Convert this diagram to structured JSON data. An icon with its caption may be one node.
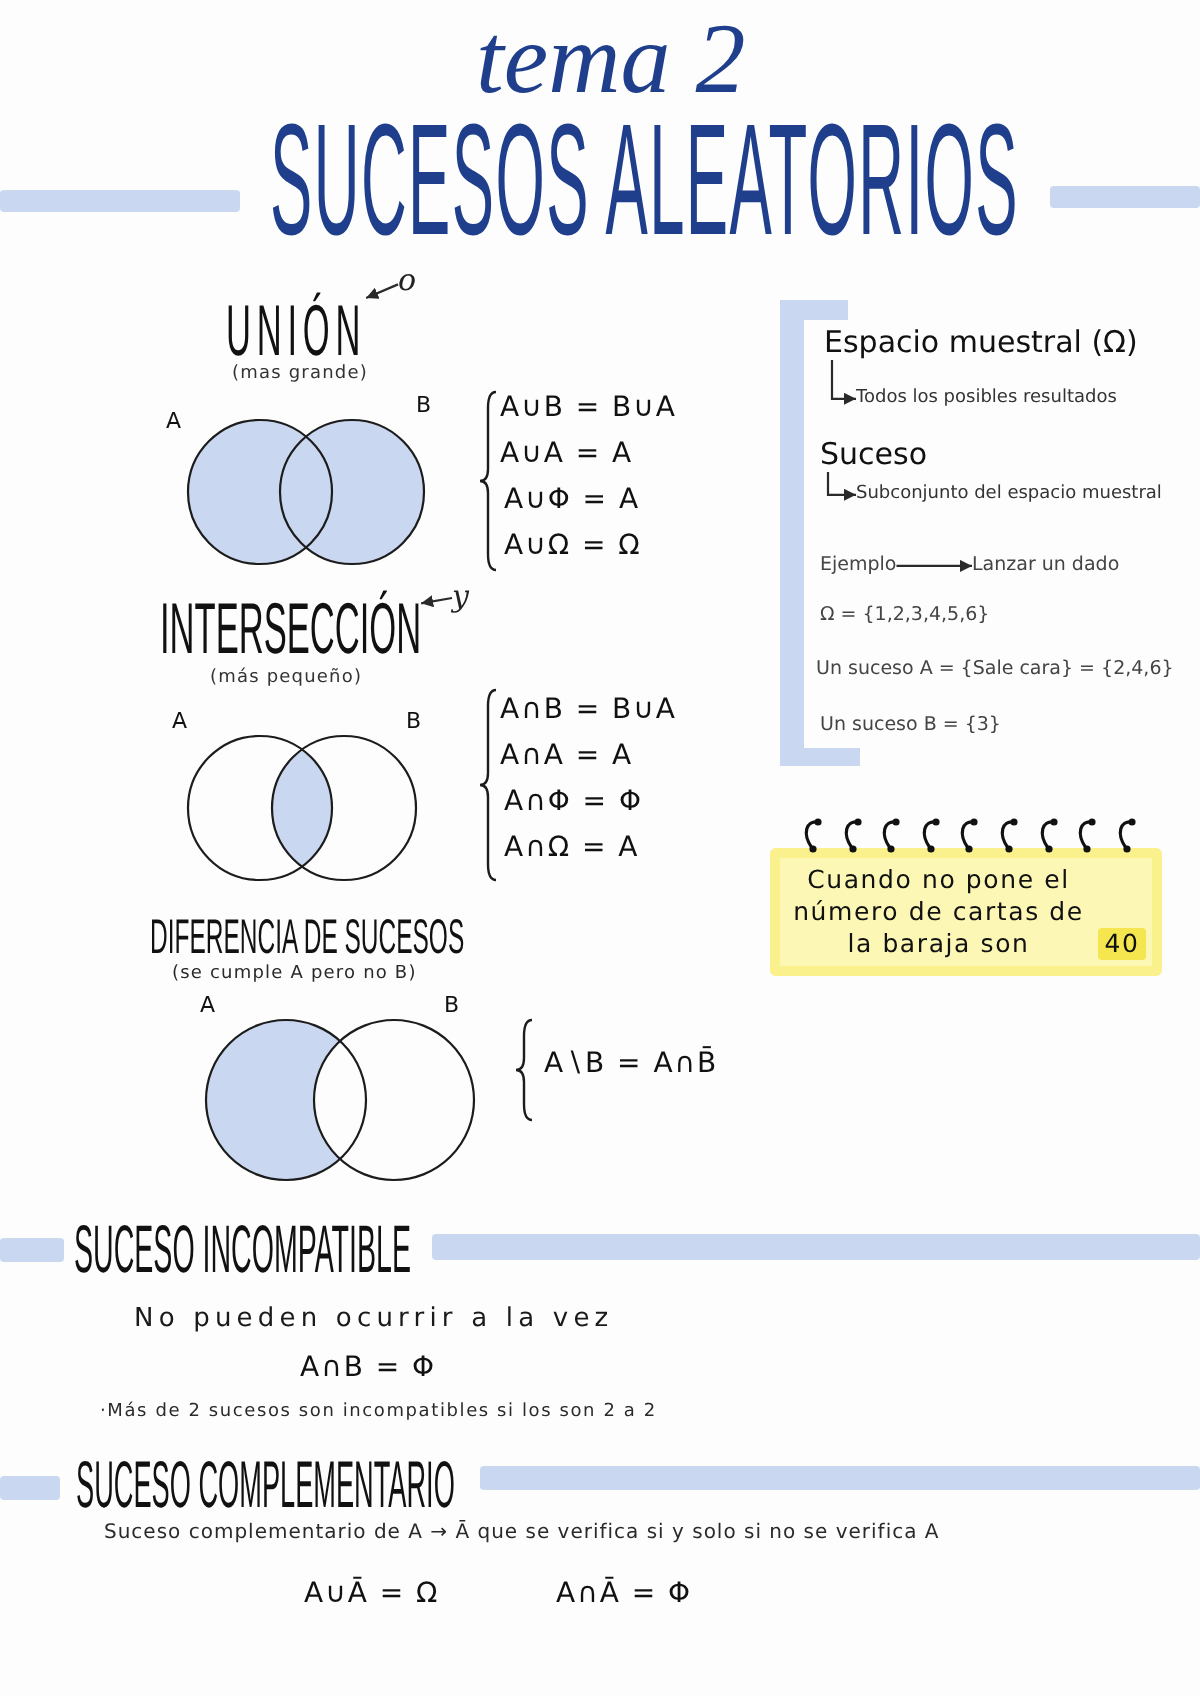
{
  "diagram": {
    "title": "SUCESOS ALEATORIOS",
    "nodes": [
      {
        "text": [
          "UNIÓN"
        ],
        "beside": [
          "(mas grande)"
        ]
      },
      {
        "text": [
          "o"
        ]
      },
      {
        "text": [
          "INTERSECCIÓN"
        ],
        "beside": [
          "(más pequeño)"
        ]
      },
      {
        "text": [
          "y"
        ]
      },
      {
        "text": [
          "Espacio muestral (Ω)"
        ]
      },
      {
        "text": [
          "Todos los posibles resultados"
        ]
      },
      {
        "text": [
          "Suceso"
        ]
      },
      {
        "text": [
          "Subconjunto del espacio muestral"
        ]
      },
      {
        "text": [
          "Ejemplo"
        ]
      },
      {
        "text": [
          "Lanzar un dado"
        ]
      },
      {
        "text": [
          "Cuando no pone el número de cartas de la baraja son",
          "40"
        ]
      }
    ],
    "edges": [
      {
        "from": 1,
        "to": 0,
        "arrow": "to"
      },
      {
        "from": 3,
        "to": 2,
        "arrow": "to"
      },
      {
        "from": 4,
        "to": 5,
        "arrow": "to"
      },
      {
        "from": 6,
        "to": 7,
        "arrow": "to"
      },
      {
        "from": 8,
        "to": 9,
        "arrow": "to"
      }
    ],
    "labels": [
      "tema 2",
      "A",
      "B",
      "A∪B = B∪A",
      "A∪A = A",
      "A∪Φ = A",
      "A∪Ω = Ω",
      "A",
      "B",
      "A∩B = B∪A",
      "A∩A = A",
      "A∩Φ = Φ",
      "A∩Ω = A",
      "Ω = {1,2,3,4,5,6}",
      "Un suceso A = {Sale cara} = {2,4,6}",
      "Un suceso B = {3}",
      "DIFERENCIA DE SUCESOS",
      "(se cumple A pero no B)",
      "A",
      "B",
      "A∖B = A∩B̄",
      "SUCESO INCOMPATIBLE",
      "No pueden ocurrir a la vez",
      "A∩B = Φ",
      "·Más de 2 sucesos son incompatibles si los son 2 a 2",
      "SUCESO COMPLEMENTARIO",
      "Suceso complementario de A → Ā que se verifica si y solo si no se verifica A",
      "A∪Ā = Ω",
      "A∩Ā = Φ"
    ]
  }
}
